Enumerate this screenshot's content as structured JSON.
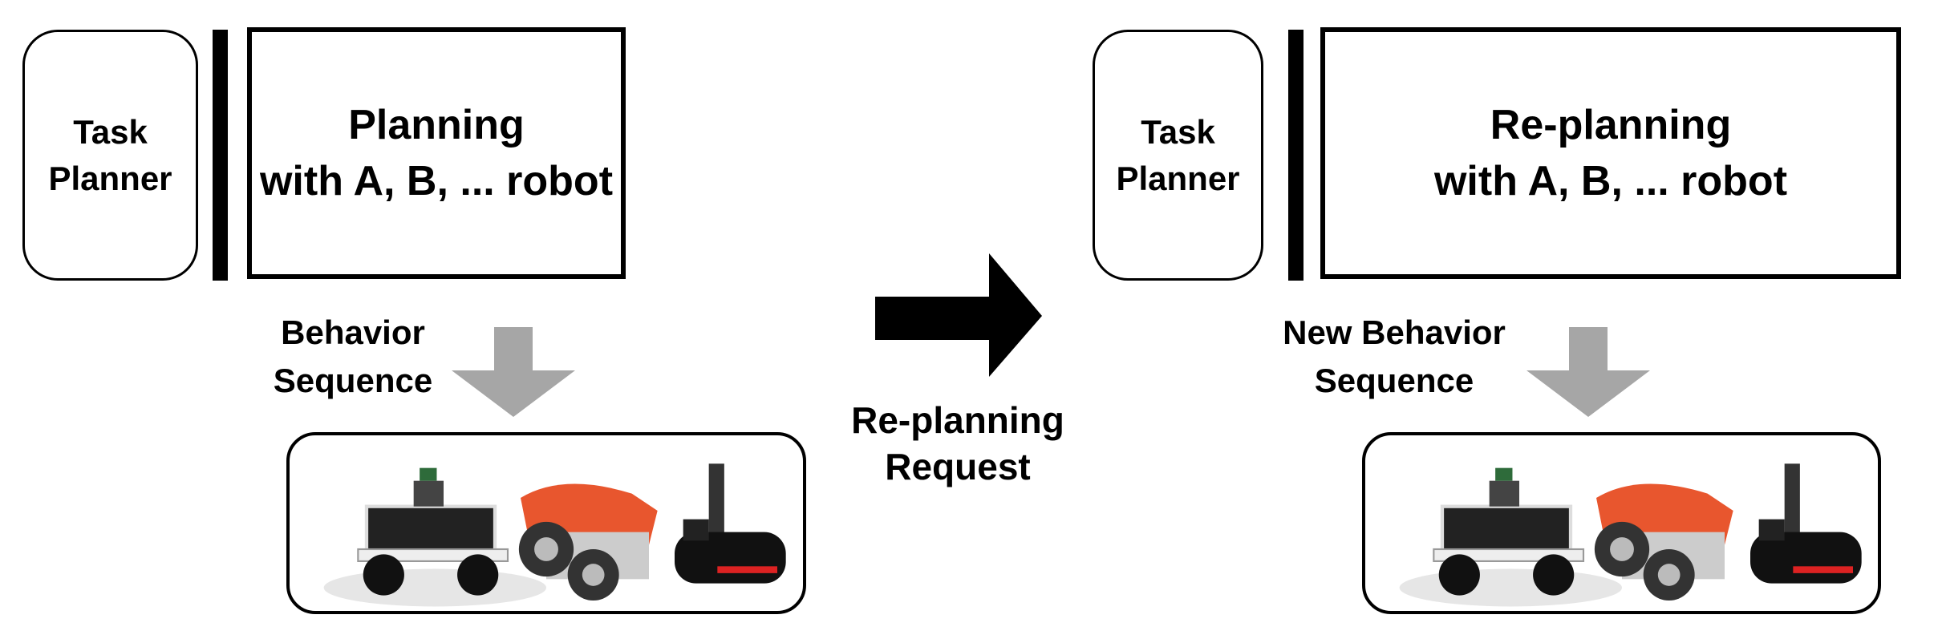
{
  "left": {
    "task_planner": [
      "Task",
      "Planner"
    ],
    "planning": [
      "Planning",
      "with A, B, ... robot"
    ],
    "behavior": [
      "Behavior",
      "Sequence"
    ]
  },
  "middle": {
    "request": [
      "Re-planning",
      "Request"
    ]
  },
  "right": {
    "task_planner": [
      "Task",
      "Planner"
    ],
    "planning": [
      "Re-planning",
      "with A, B, ... robot"
    ],
    "behavior": [
      "New Behavior",
      "Sequence"
    ]
  },
  "colors": {
    "gray_arrow": "#a6a6a6",
    "robot_orange": "#e8562e",
    "black": "#000000"
  },
  "robots": [
    "wheeled-rover-robot",
    "orange-skid-steer-robot",
    "tracked-manipulator-robot"
  ]
}
